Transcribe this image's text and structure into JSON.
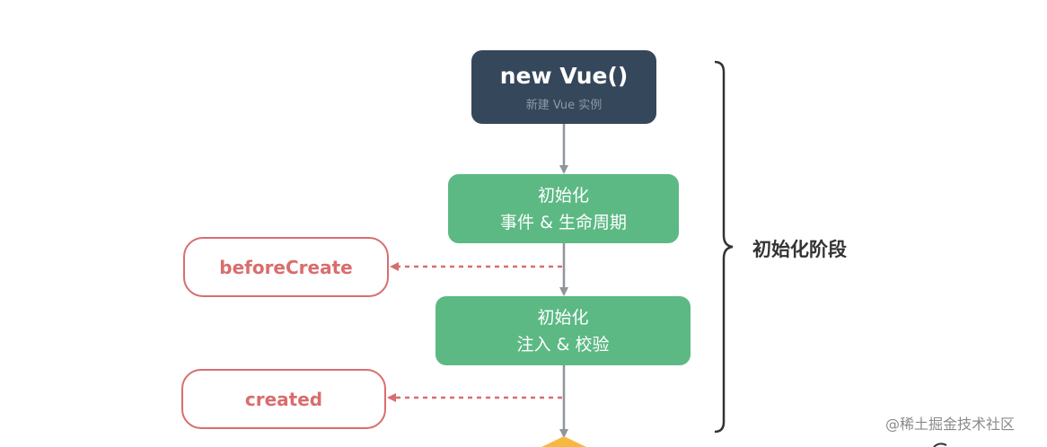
{
  "nodes": {
    "new_vue": {
      "title": "new Vue()",
      "subtitle": "新建 Vue 实例"
    },
    "init_events": {
      "line1": "初始化",
      "line2": "事件 & 生命周期"
    },
    "init_inject": {
      "line1": "初始化",
      "line2": "注入 & 校验"
    }
  },
  "hooks": {
    "before_create": "beforeCreate",
    "created": "created"
  },
  "phase_label": "初始化阶段",
  "watermark": "@稀土掘金技术社区",
  "colors": {
    "dark_node": "#35475b",
    "green_node": "#5cb984",
    "hook_red": "#d96d6d",
    "arrow_gray": "#8f959b",
    "decision_orange": "#f5b942"
  }
}
